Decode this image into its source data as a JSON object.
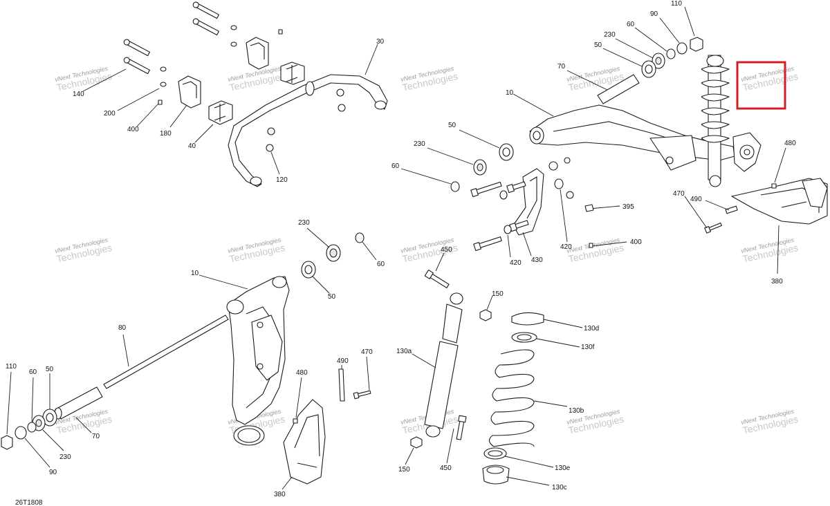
{
  "drawing_ref": "26T1808",
  "watermark_line1": "vNext Technologies",
  "watermark_line2": "Technologies",
  "callouts": [
    "110",
    "90",
    "60",
    "230",
    "50",
    "70",
    "10",
    "30",
    "140",
    "200",
    "400",
    "180",
    "40",
    "120",
    "50",
    "230",
    "60",
    "395",
    "420",
    "430",
    "420",
    "400",
    "480",
    "490",
    "470",
    "380",
    "230",
    "50",
    "60",
    "10",
    "450",
    "150",
    "130d",
    "130f",
    "130a",
    "130b",
    "130e",
    "130c",
    "450",
    "150",
    "80",
    "110",
    "60",
    "50",
    "90",
    "230",
    "70",
    "480",
    "490",
    "470",
    "380"
  ],
  "colors": {
    "line": "#1a1a1a",
    "highlight_box": "#d11f26",
    "watermark": "#9a9a9a"
  }
}
